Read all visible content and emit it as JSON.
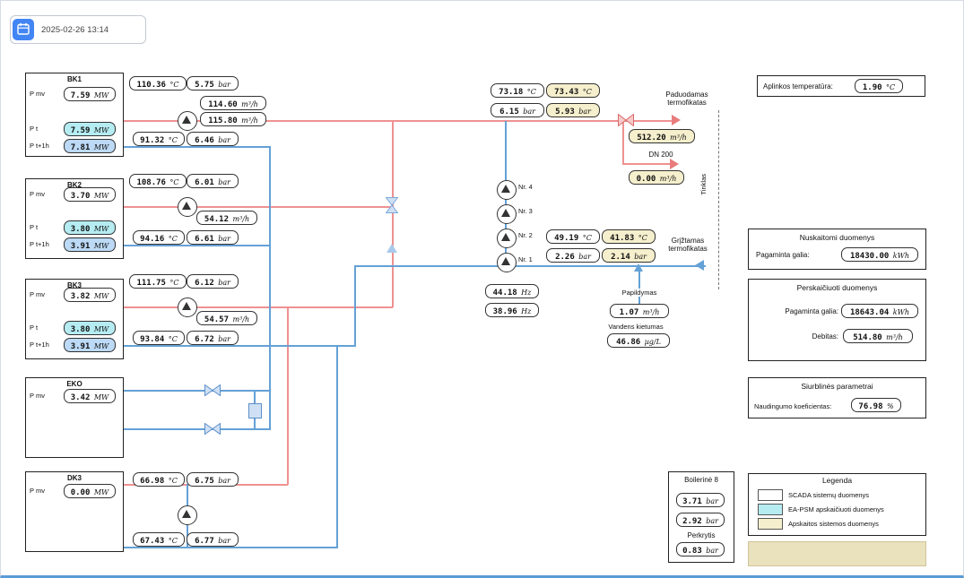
{
  "colors": {
    "supply_line": "#ef9191",
    "return_line": "#64a1d6",
    "scada_box": "#ffffff",
    "eapsm_box": "#b5ecf2",
    "forecast_box": "#bcd9f5",
    "accounting_box": "#f6efcd",
    "accent_blue": "#4285f4"
  },
  "header": {
    "datetime": "2025-02-26 13:14"
  },
  "ambient": {
    "label": "Aplinkos temperatūra:",
    "value": {
      "v": "1.90",
      "u": "°C"
    }
  },
  "bk1": {
    "title": "BK1",
    "pmv_label": "P mv",
    "pmv": {
      "v": "7.59",
      "u": "MW"
    },
    "pt_label": "P t",
    "pt": {
      "v": "7.59",
      "u": "MW"
    },
    "pt1h_label": "P t+1h",
    "pt1h": {
      "v": "7.81",
      "u": "MW"
    },
    "t_out": {
      "v": "110.36",
      "u": "°C"
    },
    "p_out": {
      "v": "5.75",
      "u": "bar"
    },
    "flow1": {
      "v": "114.60",
      "u": "m³/h"
    },
    "flow2": {
      "v": "115.80",
      "u": "m³/h"
    },
    "t_ret": {
      "v": "91.32",
      "u": "°C"
    },
    "p_ret": {
      "v": "6.46",
      "u": "bar"
    }
  },
  "bk2": {
    "title": "BK2",
    "pmv_label": "P mv",
    "pmv": {
      "v": "3.70",
      "u": "MW"
    },
    "pt_label": "P t",
    "pt": {
      "v": "3.80",
      "u": "MW"
    },
    "pt1h_label": "P t+1h",
    "pt1h": {
      "v": "3.91",
      "u": "MW"
    },
    "t_out": {
      "v": "108.76",
      "u": "°C"
    },
    "p_out": {
      "v": "6.01",
      "u": "bar"
    },
    "flow": {
      "v": "54.12",
      "u": "m³/h"
    },
    "t_ret": {
      "v": "94.16",
      "u": "°C"
    },
    "p_ret": {
      "v": "6.61",
      "u": "bar"
    }
  },
  "bk3": {
    "title": "BK3",
    "pmv_label": "P mv",
    "pmv": {
      "v": "3.82",
      "u": "MW"
    },
    "pt_label": "P t",
    "pt": {
      "v": "3.80",
      "u": "MW"
    },
    "pt1h_label": "P t+1h",
    "pt1h": {
      "v": "3.91",
      "u": "MW"
    },
    "t_out": {
      "v": "111.75",
      "u": "°C"
    },
    "p_out": {
      "v": "6.12",
      "u": "bar"
    },
    "flow": {
      "v": "54.57",
      "u": "m³/h"
    },
    "t_ret": {
      "v": "93.84",
      "u": "°C"
    },
    "p_ret": {
      "v": "6.72",
      "u": "bar"
    }
  },
  "eko": {
    "title": "EKO",
    "pmv_label": "P mv",
    "pmv": {
      "v": "3.42",
      "u": "MW"
    }
  },
  "dk3": {
    "title": "DK3",
    "pmv_label": "P mv",
    "pmv": {
      "v": "0.00",
      "u": "MW"
    },
    "t_out": {
      "v": "66.98",
      "u": "°C"
    },
    "p_out": {
      "v": "6.75",
      "u": "bar"
    },
    "t_ret": {
      "v": "67.43",
      "u": "°C"
    },
    "p_ret": {
      "v": "6.77",
      "u": "bar"
    }
  },
  "supply": {
    "label1": "Paduodamas",
    "label2": "termofikatas",
    "t_scada": {
      "v": "73.18",
      "u": "°C"
    },
    "t_acc": {
      "v": "73.43",
      "u": "°C"
    },
    "p_scada": {
      "v": "6.15",
      "u": "bar"
    },
    "p_acc": {
      "v": "5.93",
      "u": "bar"
    },
    "flow_acc": {
      "v": "512.20",
      "u": "m³/h"
    },
    "dn200": "DN 200",
    "dn200_flow": {
      "v": "0.00",
      "u": "m³/h"
    }
  },
  "ret": {
    "label1": "Grįžtamas",
    "label2": "termofikatas",
    "t_scada": {
      "v": "49.19",
      "u": "°C"
    },
    "t_acc": {
      "v": "41.83",
      "u": "°C"
    },
    "p_scada": {
      "v": "2.26",
      "u": "bar"
    },
    "p_acc": {
      "v": "2.14",
      "u": "bar"
    }
  },
  "netpumps": {
    "labels": [
      "Nr. 4",
      "Nr. 3",
      "Nr. 2",
      "Nr. 1"
    ],
    "hz1": {
      "v": "44.18",
      "u": "Hz"
    },
    "hz2": {
      "v": "38.96",
      "u": "Hz"
    }
  },
  "makeup": {
    "label": "Papildymas",
    "flow": {
      "v": "1.07",
      "u": "m³/h"
    },
    "hardness_label": "Vandens kietumas",
    "hardness": {
      "v": "46.86",
      "u": "µg/L"
    }
  },
  "tinklas": "Tinklas",
  "nuskaitomi": {
    "title": "Nuskaitomi duomenys",
    "label": "Pagaminta galia:",
    "value": {
      "v": "18430.00",
      "u": "kWh"
    }
  },
  "perskaiciuoti": {
    "title": "Perskaičiuoti duomenys",
    "label1": "Pagaminta galia:",
    "value1": {
      "v": "18643.04",
      "u": "kWh"
    },
    "label2": "Debitas:",
    "value2": {
      "v": "514.80",
      "u": "m³/h"
    }
  },
  "siurblines": {
    "title": "Siurblinės parametrai",
    "label": "Naudingumo koeficientas:",
    "value": {
      "v": "76.98",
      "u": "%"
    }
  },
  "boilerine": {
    "title": "Boilerinė 8",
    "p1": {
      "v": "3.71",
      "u": "bar"
    },
    "p2": {
      "v": "2.92",
      "u": "bar"
    },
    "perkrytis": "Perkrytis",
    "p3": {
      "v": "0.83",
      "u": "bar"
    }
  },
  "legend": {
    "title": "Legenda",
    "items": [
      {
        "label": "SCADA sistemų duomenys",
        "color": "#ffffff"
      },
      {
        "label": "EA-PSM apskaičiuoti duomenys",
        "color": "#b5ecf2"
      },
      {
        "label": "Apskaitos sistemos duomenys",
        "color": "#f6efcd"
      }
    ]
  }
}
